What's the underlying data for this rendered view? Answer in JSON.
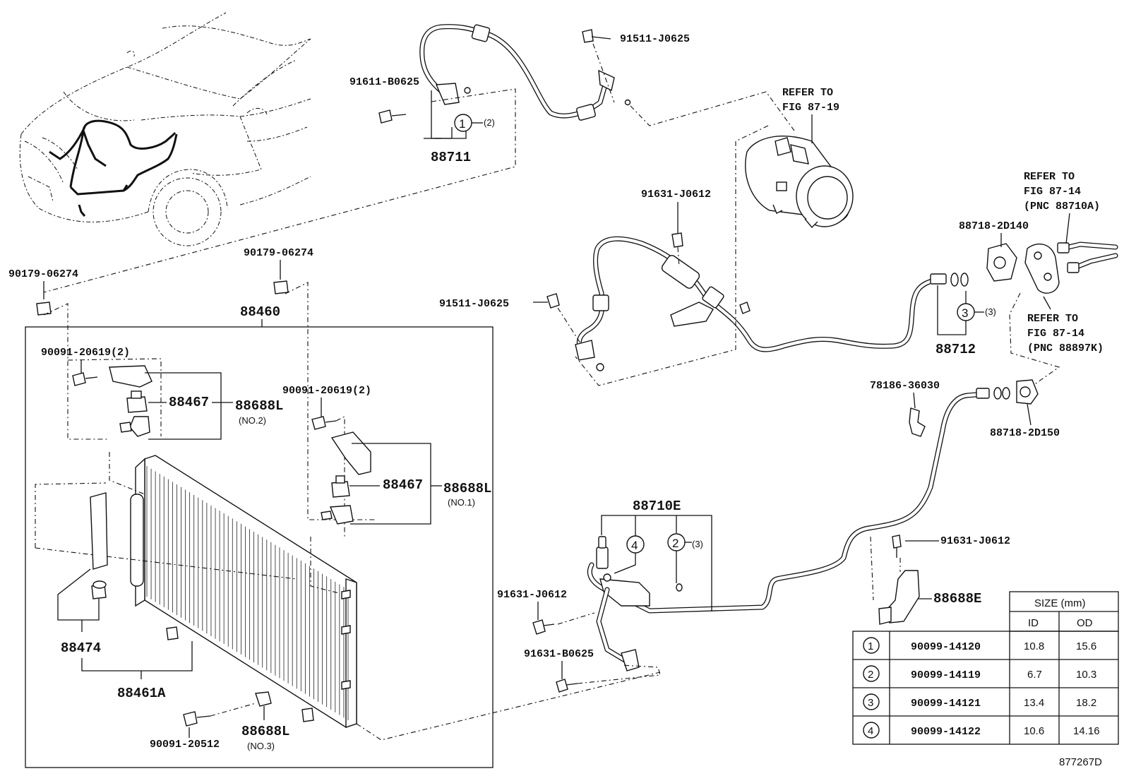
{
  "diagram_id": "877267D",
  "labels": {
    "p91511_top": "91511-J0625",
    "p91611": "91611-B0625",
    "circle1_qty": "(2)",
    "p88711": "88711",
    "refer_fig_87_19_a": "REFER TO",
    "refer_fig_87_19_b": "FIG 87-19",
    "p91631_mid": "91631-J0612",
    "refer_87_14_a_1": "REFER TO",
    "refer_87_14_a_2": "FIG 87-14",
    "refer_87_14_a_3": "(PNC 88710A)",
    "p88718_2d140": "88718-2D140",
    "p91511_mid": "91511-J0625",
    "circle3_qty": "(3)",
    "p88712": "88712",
    "refer_87_14_b_1": "REFER TO",
    "refer_87_14_b_2": "FIG 87-14",
    "refer_87_14_b_3": "(PNC 88897K)",
    "p90179_left": "90179-06274",
    "p90179_right": "90179-06274",
    "p88460": "88460",
    "p90091_left": "90091-20619(2)",
    "p88467_left": "88467",
    "p88688L_no2": "88688L",
    "no2": "(NO.2)",
    "p90091_right": "90091-20619(2)",
    "p88467_right": "88467",
    "p88688L_no1": "88688L",
    "no1": "(NO.1)",
    "p78186": "78186-36030",
    "p88718_2d150": "88718-2D150",
    "p88710E": "88710E",
    "circle2_qty": "(3)",
    "p91631_right": "91631-J0612",
    "p91631_left": "91631-J0612",
    "p88688E": "88688E",
    "p91631_b0625": "91631-B0625",
    "p88474": "88474",
    "p88461A": "88461A",
    "p90091_20512": "90091-20512",
    "p88688L_no3": "88688L",
    "no3": "(NO.3)"
  },
  "circles": {
    "c1": "1",
    "c2": "2",
    "c3": "3",
    "c4": "4"
  },
  "size_table": {
    "title": "SIZE (mm)",
    "col_id": "ID",
    "col_od": "OD",
    "rows": [
      {
        "key": "1",
        "part": "90099-14120",
        "id": "10.8",
        "od": "15.6"
      },
      {
        "key": "2",
        "part": "90099-14119",
        "id": "6.7",
        "od": "10.3"
      },
      {
        "key": "3",
        "part": "90099-14121",
        "id": "13.4",
        "od": "18.2"
      },
      {
        "key": "4",
        "part": "90099-14122",
        "id": "10.6",
        "od": "14.16"
      }
    ]
  }
}
